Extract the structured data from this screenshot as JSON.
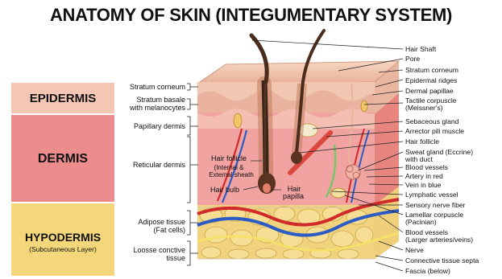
{
  "title": "ANATOMY OF SKIN (INTEGUMENTARY SYSTEM)",
  "layers": {
    "epidermis": {
      "name": "EPIDERMIS",
      "color": "#f4c7b5"
    },
    "dermis": {
      "name": "DERMIS",
      "color": "#ec8c8c"
    },
    "hypodermis": {
      "name": "HYPODERMIS",
      "sub": "(Subcutaneous Layer)",
      "color": "#f4d77a"
    }
  },
  "left_labels": {
    "stratum_corneum": "Stratum corneum",
    "stratum_basale_1": "Stratum basale",
    "stratum_basale_2": "with melanocytes",
    "papillary_dermis": "Papillary dermis",
    "reticular_dermis": "Reticular dermis",
    "adipose_1": "Adipose tissue",
    "adipose_2": "(Fat cells)",
    "loose_1": "Loosse conctive",
    "loose_2": "tissue"
  },
  "inner_labels": {
    "hair_follicle": "Hair follicle",
    "internal_1": "(Internal &",
    "internal_2": "External sheath",
    "hair_bulb": "Hair bulb",
    "hair_1": "Hair",
    "papilla": "papilla"
  },
  "right_labels": [
    "Hair Shaft",
    "Pore",
    "Stratum corneum",
    "Epidermal ridges",
    "Dermal papillae",
    "Tactile corpuscle",
    "(Meissner's)",
    "Sebaceous gland",
    "Arrector pili muscle",
    "Hair follicle",
    "Sweat gland (Eccrine)",
    "with duct",
    "Blood vessels",
    "Artery in red",
    "Vein in blue",
    "Lymphatic vessel",
    "Sensory nerve fiber",
    "Lamellar corpuscle",
    "(Pacinian)",
    "Blood vessels",
    "(Larger arteries/veins)",
    "Nerve",
    "Connective tissue septa",
    "Fascia (below)"
  ]
}
